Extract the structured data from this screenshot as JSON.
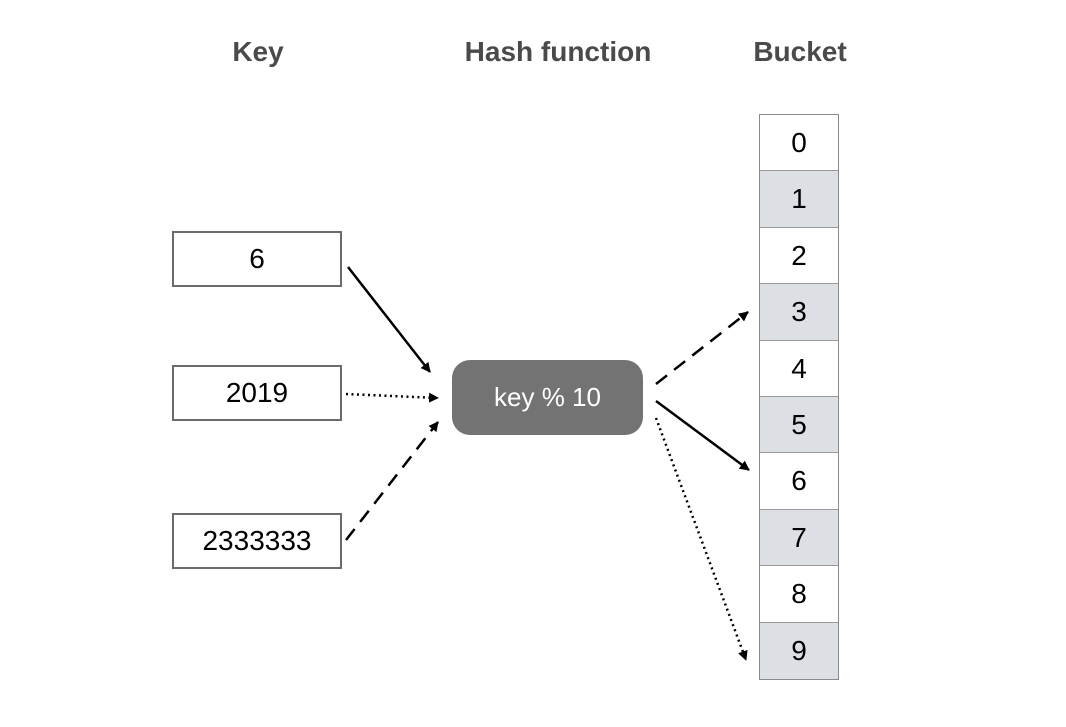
{
  "headers": {
    "key": "Key",
    "hash_function": "Hash function",
    "bucket": "Bucket"
  },
  "keys": [
    "6",
    "2019",
    "2333333"
  ],
  "hash_function_label": "key % 10",
  "buckets": [
    "0",
    "1",
    "2",
    "3",
    "4",
    "5",
    "6",
    "7",
    "8",
    "9"
  ],
  "colors": {
    "header_text": "#4a4a4a",
    "hash_box_fill": "#737373",
    "bucket_shaded": "#dcdfe3",
    "arrow": "#000000"
  },
  "mappings": [
    {
      "key": "6",
      "bucket": "6",
      "line_style": "solid"
    },
    {
      "key": "2019",
      "bucket": "9",
      "line_style": "dotted"
    },
    {
      "key": "2333333",
      "bucket": "3",
      "line_style": "dashed"
    }
  ]
}
